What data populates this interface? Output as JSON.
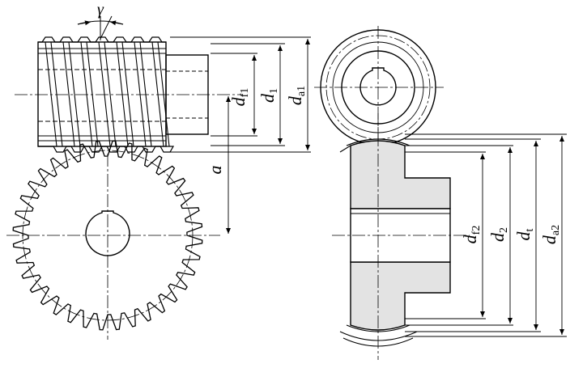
{
  "labels": {
    "gamma": "γ",
    "a": "a",
    "df1": {
      "main": "d",
      "sub": "f1"
    },
    "d1": {
      "main": "d",
      "sub": "1"
    },
    "da1": {
      "main": "d",
      "sub": "a1"
    },
    "df2": {
      "main": "d",
      "sub": "f2"
    },
    "d2": {
      "main": "d",
      "sub": "2"
    },
    "dt": {
      "main": "d",
      "sub": "t"
    },
    "da2": {
      "main": "d",
      "sub": "a2"
    }
  },
  "gear": {
    "teeth": 36
  },
  "worm": {
    "threads_visible": 7
  },
  "colors": {
    "stroke": "#000000",
    "section_fill": "#e3e3e3"
  }
}
